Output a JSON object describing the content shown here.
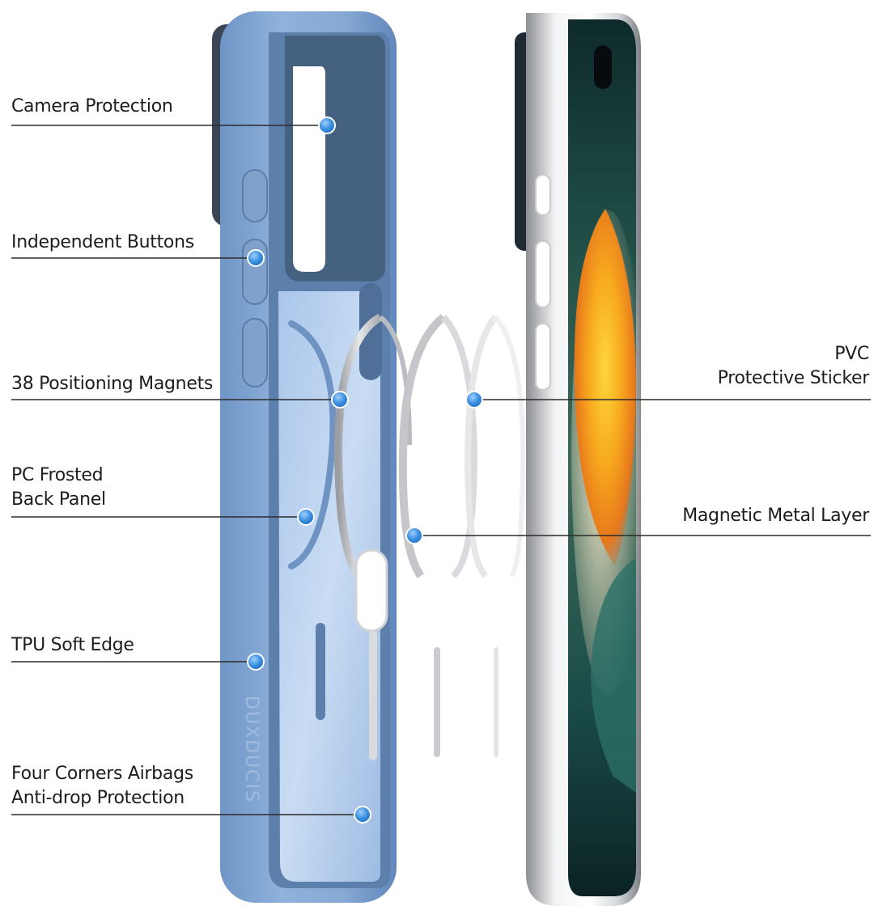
{
  "callouts": {
    "camera_protection": "Camera Protection",
    "independent_buttons": "Independent Buttons",
    "positioning_magnets": "38 Positioning Magnets",
    "pc_frosted_line1": "PC Frosted",
    "pc_frosted_line2": "Back Panel",
    "tpu_soft_edge": "TPU Soft Edge",
    "four_corners_line1": "Four Corners Airbags",
    "four_corners_line2": "Anti-drop Protection",
    "pvc_line1": "PVC",
    "pvc_line2": "Protective Sticker",
    "magnetic_metal_layer": "Magnetic Metal Layer"
  },
  "case_brand": "DUXDUCIS",
  "colors": {
    "case_blue": "#7fa3cf",
    "case_rim": "#5f84b5",
    "marker_blue": "#3b8fe0",
    "leader_line": "#2b2b2b",
    "phone_frame": "#cfd1d4",
    "screen_orange": "#f29a1c",
    "screen_teal": "#1f5f5a"
  },
  "icons": [
    "callout-marker-icon"
  ]
}
